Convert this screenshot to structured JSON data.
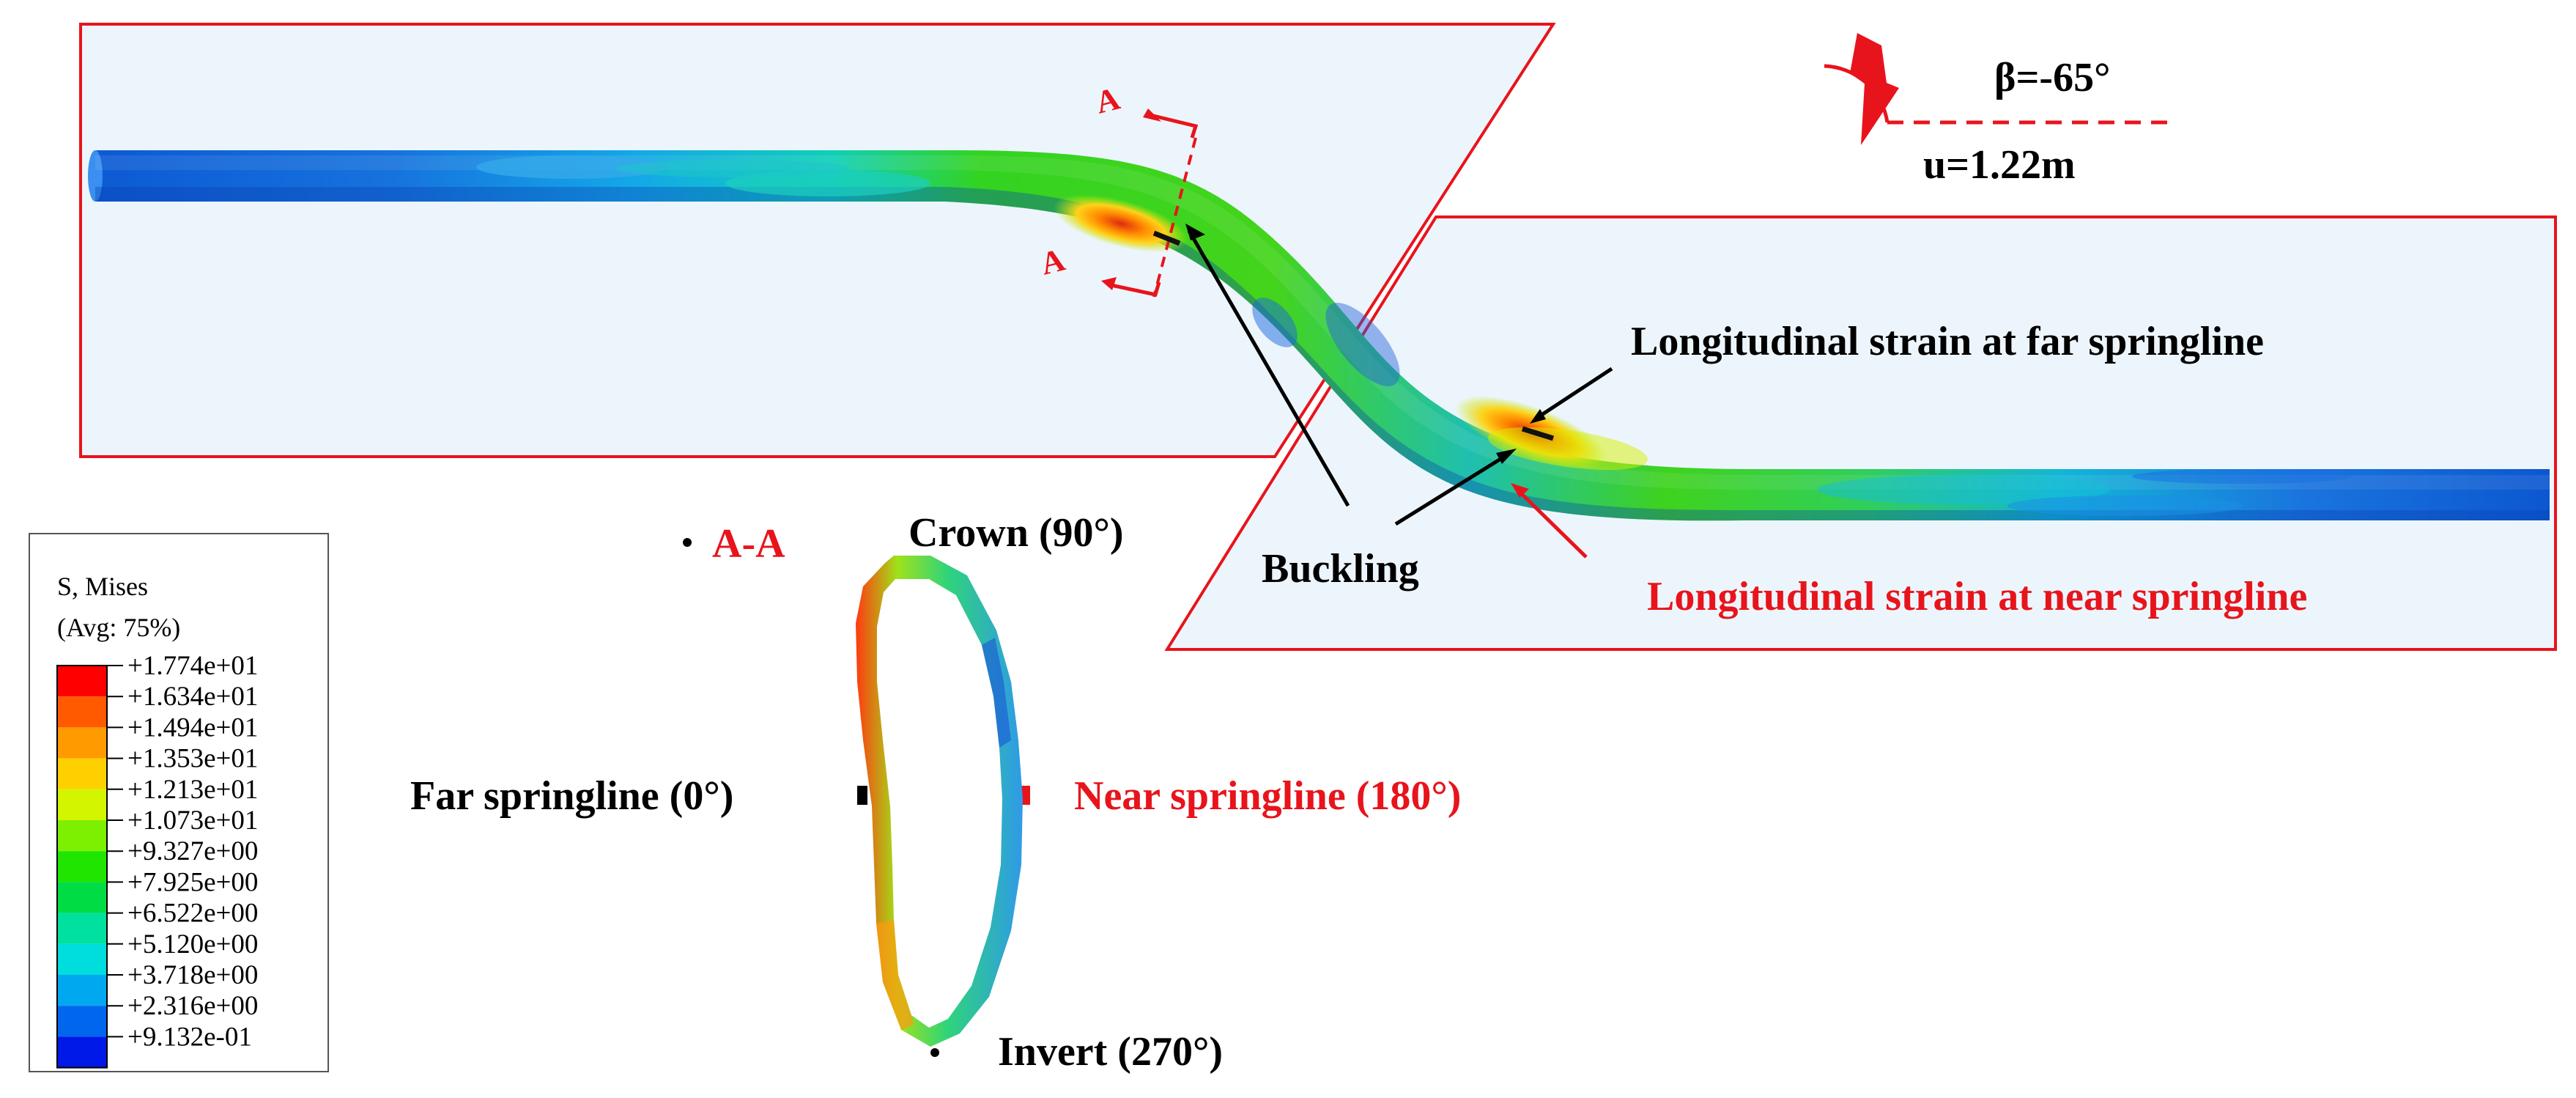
{
  "annotations": {
    "beta": "β=-65°",
    "displacement": "u=1.22m",
    "section_mark": "A",
    "far_strain": "Longitudinal strain at far springline",
    "near_strain": "Longitudinal strain at near springline",
    "buckling": "Buckling",
    "section_title": "A-A",
    "crown": "Crown (90°)",
    "invert": "Invert (270°)",
    "far_springline": "Far springline (0°)",
    "near_springline": "Near springline (180°)"
  },
  "legend": {
    "title_line1": "S, Mises",
    "title_line2": "(Avg: 75%)",
    "entries": [
      {
        "label": "+1.774e+01",
        "color": "#ff0000"
      },
      {
        "label": "+1.634e+01",
        "color": "#ff5a00"
      },
      {
        "label": "+1.494e+01",
        "color": "#ff9a00"
      },
      {
        "label": "+1.353e+01",
        "color": "#ffd000"
      },
      {
        "label": "+1.213e+01",
        "color": "#d4f500"
      },
      {
        "label": "+1.073e+01",
        "color": "#7cf000"
      },
      {
        "label": "+9.327e+00",
        "color": "#1fe500"
      },
      {
        "label": "+7.925e+00",
        "color": "#00dd44"
      },
      {
        "label": "+6.522e+00",
        "color": "#00e09e"
      },
      {
        "label": "+5.120e+00",
        "color": "#00dddd"
      },
      {
        "label": "+3.718e+00",
        "color": "#00a8f0"
      },
      {
        "label": "+2.316e+00",
        "color": "#0066ee"
      },
      {
        "label": "+9.132e-01",
        "color": "#0018e8"
      }
    ]
  },
  "colors": {
    "accent_red": "#e8141c",
    "ground_fill": "#edf5fc",
    "pipe_blue": "#0c5fd6",
    "pipe_green": "#35d11a"
  }
}
